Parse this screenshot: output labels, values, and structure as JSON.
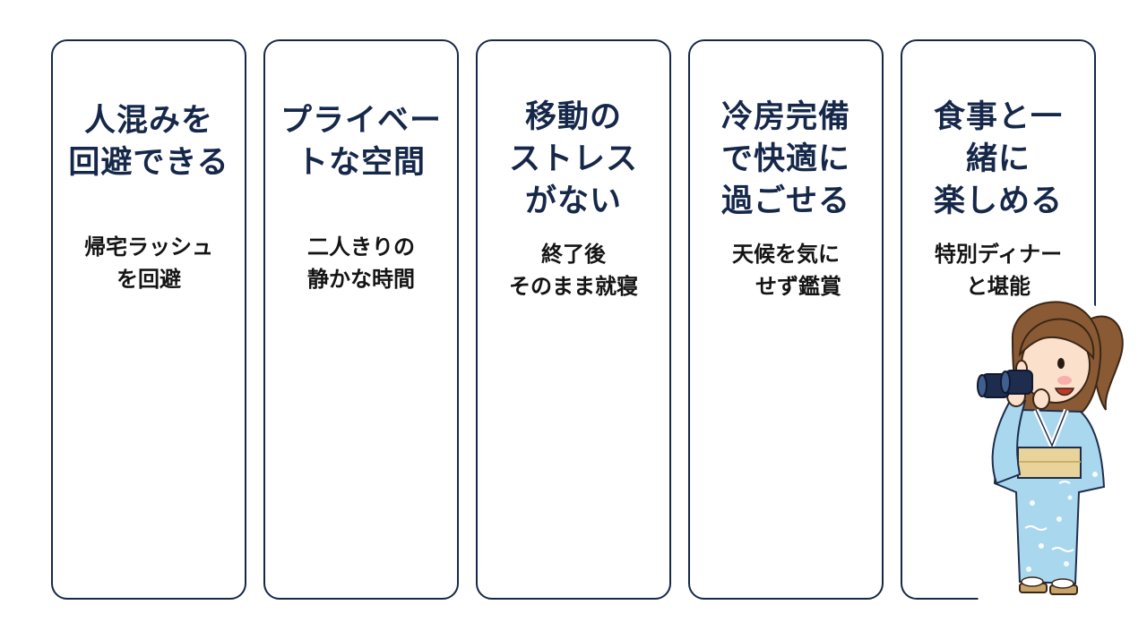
{
  "cards": [
    {
      "title_lines": [
        "人混みを",
        "回避できる"
      ],
      "desc_lines": [
        "帰宅ラッシュ",
        "を回避"
      ]
    },
    {
      "title_lines": [
        "プライベー",
        "トな空間"
      ],
      "desc_lines": [
        "二人きりの",
        "静かな時間"
      ]
    },
    {
      "title_lines": [
        "移動の",
        "ストレス",
        "がない"
      ],
      "desc_lines": [
        "終了後",
        "そのまま就寝"
      ]
    },
    {
      "title_lines": [
        "冷房完備",
        "で快適に",
        "過ごせる"
      ],
      "desc_lines": [
        "天候を気に",
        "せず鑑賞"
      ]
    },
    {
      "title_lines": [
        "食事と一",
        "緒に",
        "楽しめる"
      ],
      "desc_lines": [
        "特別ディナー",
        "と堪能"
      ]
    }
  ],
  "illustration": {
    "icon": "woman-in-yukata-with-binoculars-illustration",
    "colors": {
      "yukata": "#a9d8ee",
      "obi": "#e8d39a",
      "hair": "#8a5a34",
      "binoculars": "#1e2d4d"
    }
  },
  "colors": {
    "card_border": "#16284a",
    "title_text": "#16284a",
    "desc_text": "#141414"
  }
}
